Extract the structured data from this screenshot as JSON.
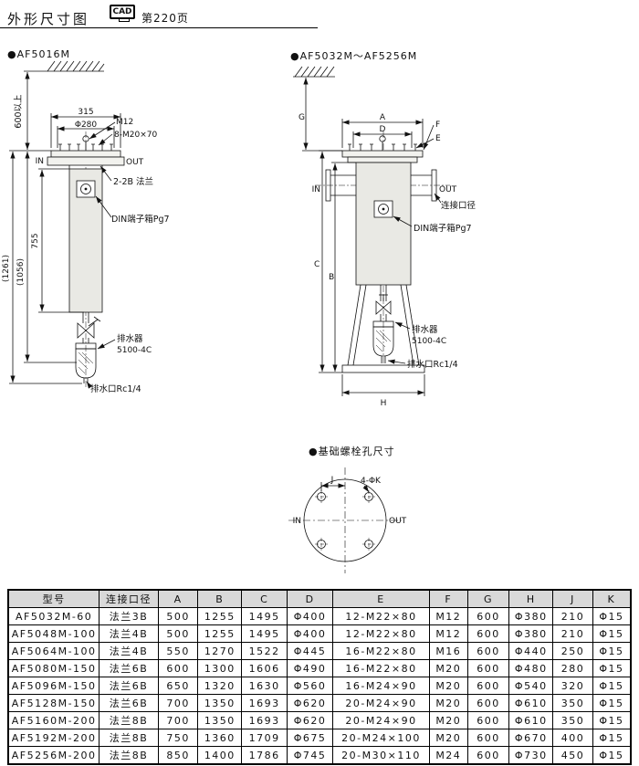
{
  "header": {
    "title": "外形尺寸图",
    "cad_label": "CAD",
    "page_ref": "第220页"
  },
  "left": {
    "title": "●AF5016M",
    "min_clearance": "600以上",
    "dim_width": "315",
    "dim_bolt_circle": "Φ280",
    "eyebolt": "M12",
    "bolts": "8-M20×70",
    "in_label": "IN",
    "out_label": "OUT",
    "flange_label": "2-2B 法兰",
    "din_label": "DIN端子箱Pg7",
    "dim_total": "(1261)",
    "dim_mid": "(1056)",
    "dim_body": "755",
    "drain_label": "排水器",
    "drain_model": "5100-4C",
    "drain_port": "排水口Rc1/4"
  },
  "right": {
    "title": "●AF5032M～AF5256M",
    "dim_a": "A",
    "dim_b": "B",
    "dim_c": "C",
    "dim_d": "D",
    "dim_e": "E",
    "dim_f": "F",
    "dim_g": "G",
    "dim_h": "H",
    "in_label": "IN",
    "out_label": "OUT",
    "port_label": "连接口径",
    "din_label": "DIN端子箱Pg7",
    "drain_label": "排水器",
    "drain_model": "5100-4C",
    "drain_port": "排水口Rc1/4"
  },
  "bolt_chart": {
    "title": "●基础螺栓孔尺寸",
    "dim_j": "J",
    "holes_label": "4-ΦK",
    "in_label": "IN",
    "out_label": "OUT"
  },
  "table": {
    "headers": [
      "型号",
      "连接口径",
      "A",
      "B",
      "C",
      "D",
      "E",
      "F",
      "G",
      "H",
      "J",
      "K"
    ],
    "rows": [
      [
        "AF5032M-60",
        "法兰3B",
        "500",
        "1255",
        "1495",
        "Φ400",
        "12-M22×80",
        "M12",
        "600",
        "Φ380",
        "210",
        "Φ15"
      ],
      [
        "AF5048M-100",
        "法兰4B",
        "500",
        "1255",
        "1495",
        "Φ400",
        "12-M22×80",
        "M12",
        "600",
        "Φ380",
        "210",
        "Φ15"
      ],
      [
        "AF5064M-100",
        "法兰4B",
        "550",
        "1270",
        "1522",
        "Φ445",
        "16-M22×80",
        "M16",
        "600",
        "Φ440",
        "250",
        "Φ15"
      ],
      [
        "AF5080M-150",
        "法兰6B",
        "600",
        "1300",
        "1606",
        "Φ490",
        "16-M22×80",
        "M20",
        "600",
        "Φ480",
        "280",
        "Φ15"
      ],
      [
        "AF5096M-150",
        "法兰6B",
        "650",
        "1320",
        "1630",
        "Φ560",
        "16-M24×90",
        "M20",
        "600",
        "Φ540",
        "320",
        "Φ15"
      ],
      [
        "AF5128M-150",
        "法兰6B",
        "700",
        "1350",
        "1693",
        "Φ620",
        "20-M24×90",
        "M20",
        "600",
        "Φ610",
        "350",
        "Φ15"
      ],
      [
        "AF5160M-200",
        "法兰8B",
        "700",
        "1350",
        "1693",
        "Φ620",
        "20-M24×90",
        "M20",
        "600",
        "Φ610",
        "350",
        "Φ15"
      ],
      [
        "AF5192M-200",
        "法兰8B",
        "750",
        "1360",
        "1709",
        "Φ675",
        "20-M24×100",
        "M20",
        "600",
        "Φ670",
        "400",
        "Φ15"
      ],
      [
        "AF5256M-200",
        "法兰8B",
        "850",
        "1400",
        "1786",
        "Φ745",
        "20-M30×110",
        "M24",
        "600",
        "Φ730",
        "450",
        "Φ15"
      ]
    ]
  }
}
